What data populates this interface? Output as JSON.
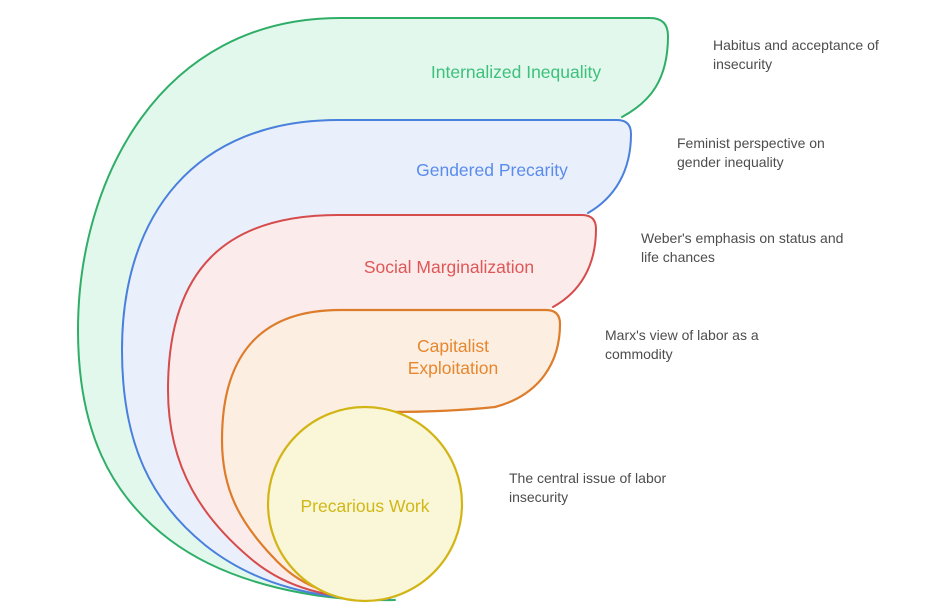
{
  "title": "Precarious work funnel diagram",
  "annotation_color": "#4d4d4d",
  "background_color": "#ffffff",
  "layers": [
    {
      "id": "internalized-inequality",
      "label": "Internalized Inequality",
      "note": "Habitus and acceptance of insecurity",
      "stroke_color": "#2fae68",
      "fill_color": "#e3f8ec",
      "label_color": "#3cc07c"
    },
    {
      "id": "gendered-precarity",
      "label": "Gendered Precarity",
      "note": "Feminist perspective on gender inequality",
      "stroke_color": "#4a80dd",
      "fill_color": "#e9effb",
      "label_color": "#5a8ceb"
    },
    {
      "id": "social-marginalization",
      "label": "Social Marginalization",
      "note": "Weber's emphasis on status and life chances",
      "stroke_color": "#d64c4c",
      "fill_color": "#fcebeb",
      "label_color": "#e05757"
    },
    {
      "id": "capitalist-exploitation",
      "label": "Capitalist Exploitation",
      "note": "Marx's view of labor as a commodity",
      "stroke_color": "#dd7d2b",
      "fill_color": "#fcefe1",
      "label_color": "#e6872f"
    },
    {
      "id": "precarious-work",
      "label": "Precarious Work",
      "note": "The central issue of labor insecurity",
      "stroke_color": "#d2b515",
      "fill_color": "#faf6d8",
      "label_color": "#d0b818"
    }
  ]
}
